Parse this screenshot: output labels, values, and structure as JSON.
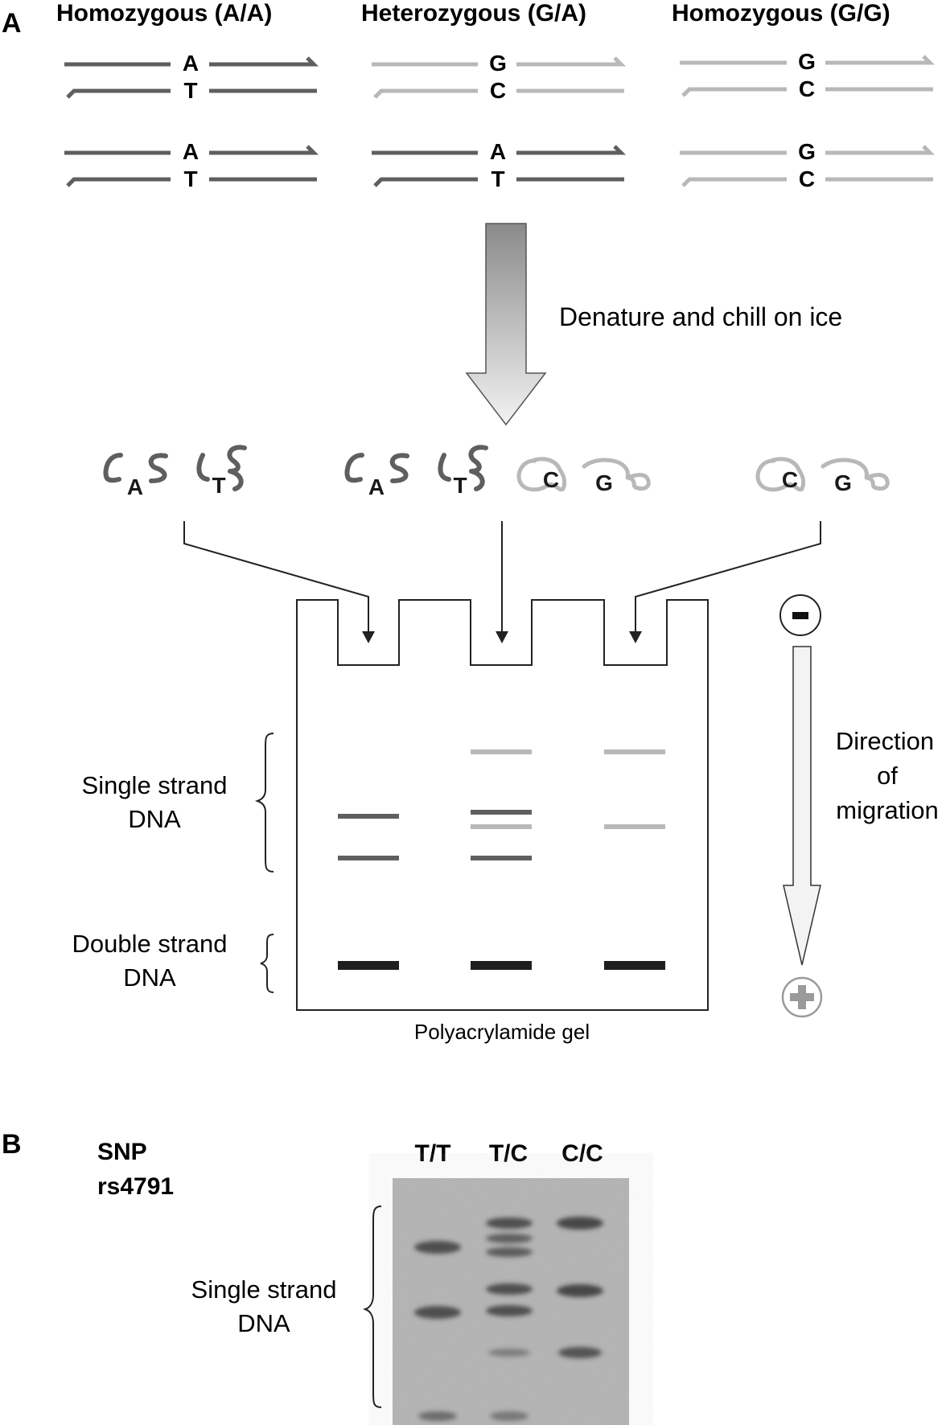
{
  "panel_a": {
    "label": "A",
    "genotypes": [
      {
        "title": "Homozygous (A/A)",
        "pairs": [
          [
            "A",
            "T"
          ],
          [
            "A",
            "T"
          ]
        ]
      },
      {
        "title": "Heterozygous (G/A)",
        "pairs": [
          [
            "G",
            "C"
          ],
          [
            "A",
            "T"
          ]
        ]
      },
      {
        "title": "Homozygous (G/G)",
        "pairs": [
          [
            "G",
            "C"
          ],
          [
            "G",
            "C"
          ]
        ]
      }
    ],
    "step_label": "Denature and chill on ice",
    "single_strand_letters": {
      "aa": [
        "A",
        "T"
      ],
      "ga": [
        "A",
        "T",
        "C",
        "G"
      ],
      "gg": [
        "C",
        "G"
      ]
    },
    "gel": {
      "single_strand_label": [
        "Single strand",
        "DNA"
      ],
      "double_strand_label": [
        "Double strand",
        "DNA"
      ],
      "caption": "Polyacrylamide  gel",
      "migration_label": [
        "Direction",
        "of",
        "migration"
      ],
      "minus_symbol": "−",
      "plus_symbol": "+"
    }
  },
  "panel_b": {
    "label": "B",
    "snp_label": [
      "SNP",
      "rs4791"
    ],
    "lanes": [
      "T/T",
      "T/C",
      "C/C"
    ],
    "single_strand_label": [
      "Single strand",
      "DNA"
    ]
  },
  "colors": {
    "dark": "#5f5f5f",
    "light": "#b8b8b8",
    "black": "#1e1e1e",
    "blot_bg": "#b3b3b3",
    "band": "#3c3c3c"
  }
}
